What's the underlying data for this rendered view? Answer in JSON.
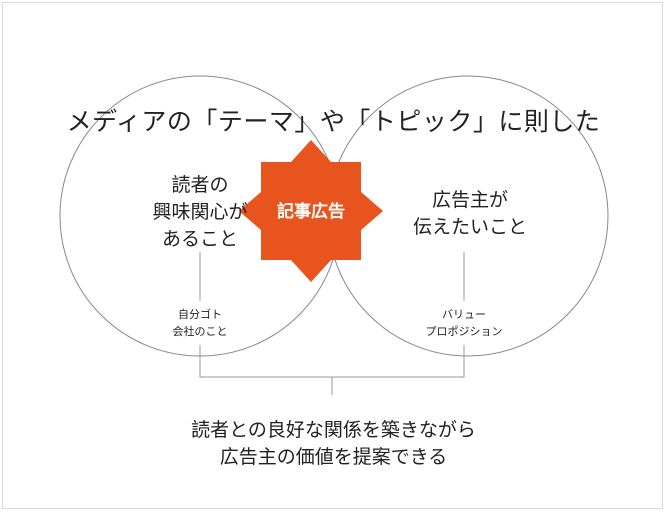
{
  "headline": "メディアの「テーマ」や「トピック」に則した",
  "left_circle": {
    "lines": [
      "読者の",
      "興味関心が",
      "あること"
    ],
    "sub_lines": [
      "自分ゴト",
      "会社のこと"
    ]
  },
  "right_circle": {
    "lines": [
      "広告主が",
      "伝えたいこと"
    ],
    "sub_lines": [
      "バリュー",
      "プロポジション"
    ]
  },
  "center_label": "記事広告",
  "conclusion": {
    "lines": [
      "読者との良好な関係を築きながら",
      "広告主の価値を提案できる"
    ]
  },
  "colors": {
    "accent": "#E8541E",
    "circle_stroke": "#888888",
    "connector": "#9a9a9a",
    "frame_border": "#d9d9d9"
  }
}
